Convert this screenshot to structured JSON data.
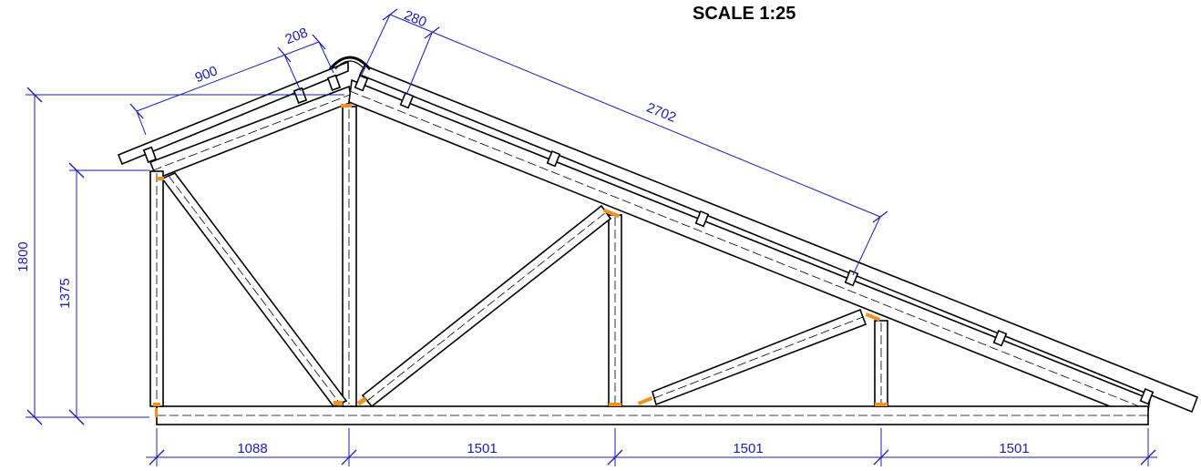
{
  "title": "SCALE 1:25",
  "dimensions": {
    "horizontal_spans": [
      "1088",
      "1501",
      "1501",
      "1501"
    ],
    "overall_height": "1800",
    "wall_height": "1375",
    "left_rafter_length": "900",
    "ridge_spacing": "208",
    "ridge_batten_spacing": "280",
    "right_rafter_length": "2702"
  },
  "colors": {
    "dimension": "#1b1bb5",
    "member": "#000000",
    "joint": "#f29022"
  }
}
